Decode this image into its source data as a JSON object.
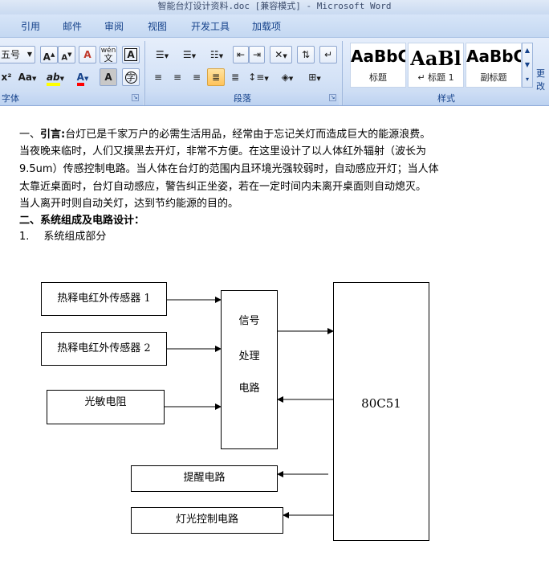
{
  "window": {
    "title": "智能台灯设计资料.doc [兼容模式] - Microsoft Word"
  },
  "ribbon": {
    "tabs": [
      "引用",
      "邮件",
      "审阅",
      "视图",
      "开发工具",
      "加载项"
    ],
    "font": {
      "size_value": "五号",
      "grow_label": "A",
      "shrink_label": "A",
      "clear_label": "A",
      "phonetic_top": "wén",
      "phonetic_char": "文",
      "border_label": "A",
      "superscript_label": "x²",
      "case_label": "Aa",
      "highlight_label": "ab",
      "color_label": "A",
      "shading_label": "A",
      "enclose_label": "字",
      "group_title": "字体"
    },
    "paragraph": {
      "group_title": "段落"
    },
    "styles": {
      "items": [
        {
          "sample": "AaBbC",
          "label": "标题"
        },
        {
          "sample": "AaBl",
          "label": "↵ 标题 1"
        },
        {
          "sample": "AaBbC",
          "label": "副标题"
        }
      ],
      "group_title": "样式",
      "change_label": "更改"
    },
    "colors": {
      "highlight": "#ffff00",
      "font_color": "#ff0000",
      "tab_text": "#15428b"
    }
  },
  "document": {
    "lines": [
      {
        "prefix": "一、",
        "bold": "引言:",
        "text": "台灯已是千家万户的必需生活用品，经常由于忘记关灯而造成巨大的能源浪费。"
      },
      {
        "text": "当夜晚来临时，人们又摸黑去开灯，非常不方便。在这里设计了以人体红外辐射（波长为"
      },
      {
        "text": "9.5um）传感控制电路。当人体在台灯的范围内且环境光强较弱时，自动感应开灯；当人体"
      },
      {
        "text": "太靠近桌面时，台灯自动感应，警告纠正坐姿，若在一定时间内未离开桌面则自动熄灭。"
      },
      {
        "text": "当人离开时则自动关灯，达到节约能源的目的。"
      }
    ],
    "heading2": "二、系统组成及电路设计：",
    "item1_number": "1.",
    "item1_text": "系统组成部分"
  },
  "diagram": {
    "sensor1": "热释电红外传感器 1",
    "sensor2": "热释电红外传感器 2",
    "photoresistor": "光敏电阻",
    "signal_line1": "信号",
    "signal_line2": "处理",
    "signal_line3": "电路",
    "mcu": "80C51",
    "reminder": "提醒电路",
    "light_control": "灯光控制电路"
  }
}
